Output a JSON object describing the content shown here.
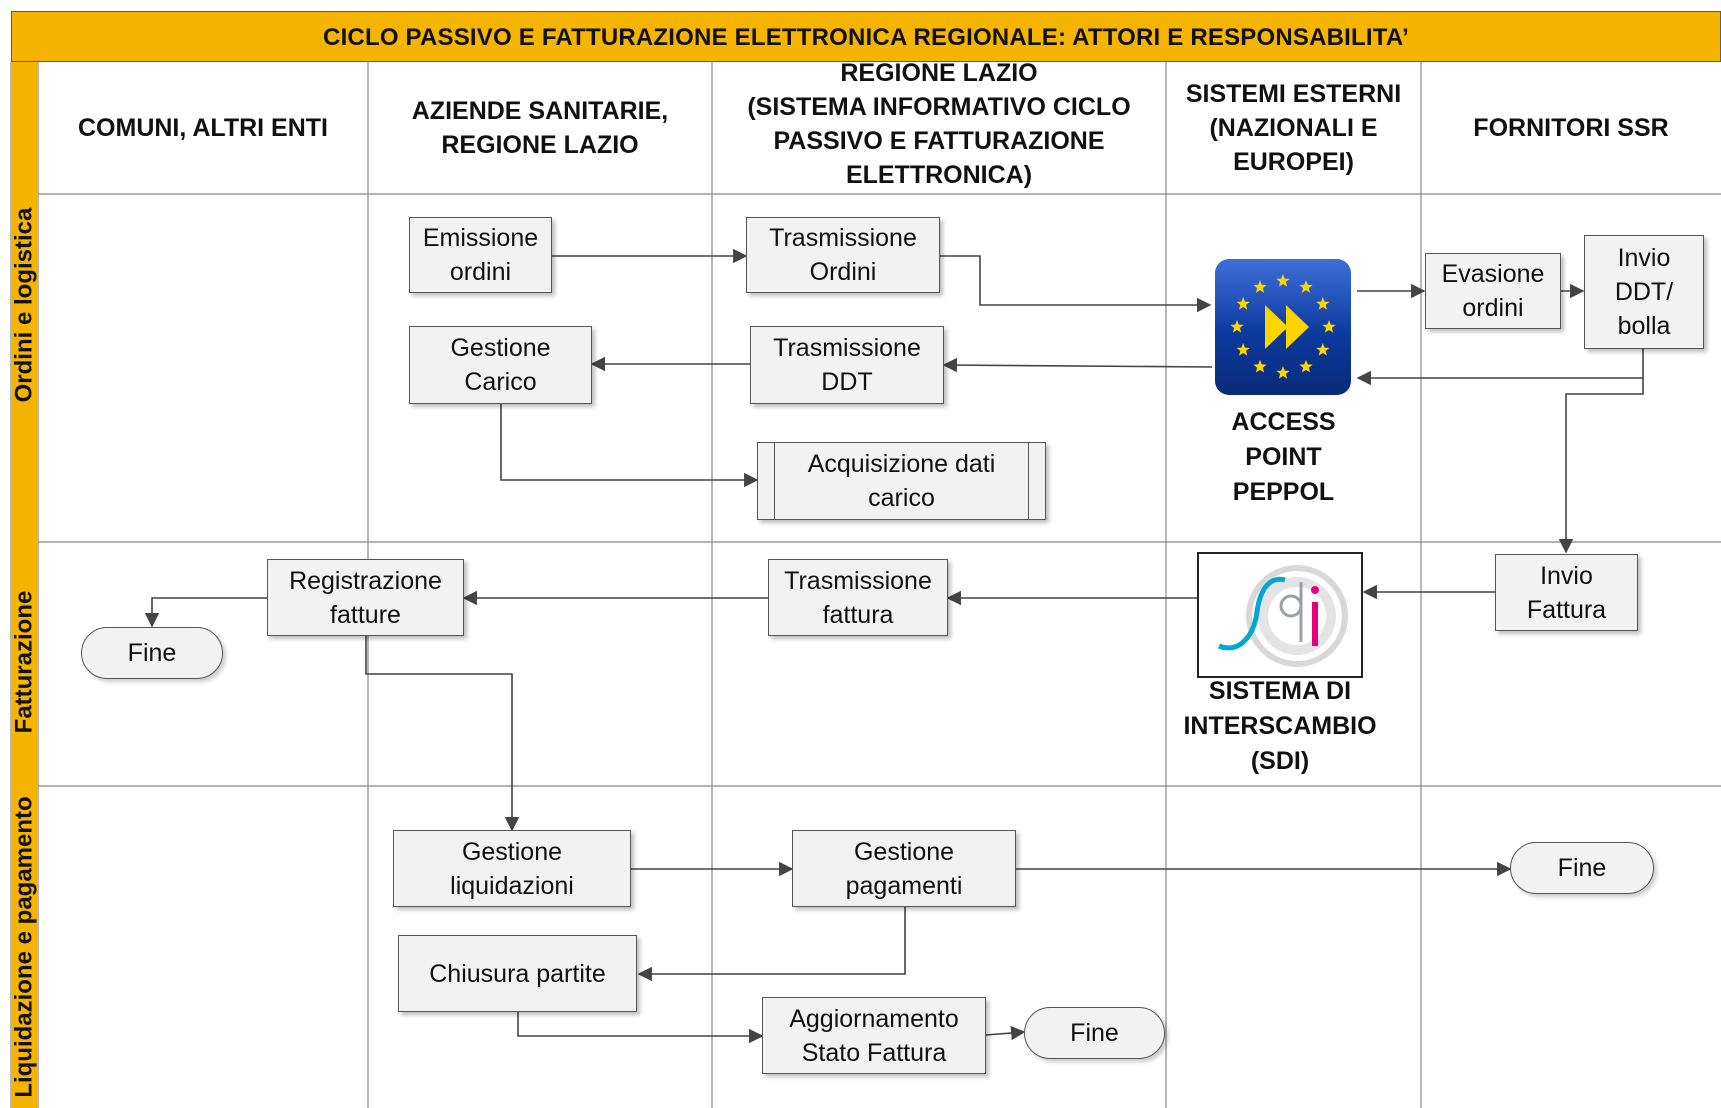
{
  "title": "CICLO PASSIVO E FATTURAZIONE ELETTRONICA REGIONALE: ATTORI E RESPONSABILITA’",
  "columns": [
    {
      "label": "COMUNI, ALTRI ENTI"
    },
    {
      "label": "AZIENDE SANITARIE,\nREGIONE LAZIO"
    },
    {
      "label": "REGIONE LAZIO\n(SISTEMA INFORMATIVO CICLO\nPASSIVO E FATTURAZIONE\nELETTRONICA)"
    },
    {
      "label": "SISTEMI ESTERNI\n(NAZIONALI E\nEUROPEI)"
    },
    {
      "label": "FORNITORI SSR"
    }
  ],
  "lanes": [
    {
      "label": "Ordini e logistica"
    },
    {
      "label": "Fatturazione"
    },
    {
      "label": "Liquidazione e pagamento"
    }
  ],
  "nodes": {
    "emissione_ordini": "Emissione\nordini",
    "trasmissione_ordini": "Trasmissione\nOrdini",
    "gestione_carico": "Gestione\nCarico",
    "trasmissione_ddt": "Trasmissione\nDDT",
    "acquisizione_dati_carico": "Acquisizione dati\ncarico",
    "evasione_ordini": "Evasione\nordini",
    "invio_ddt_bolla": "Invio\nDDT/\nbolla",
    "registrazione_fatture": "Registrazione\nfatture",
    "trasmissione_fattura": "Trasmissione\nfattura",
    "invio_fattura": "Invio\nFattura",
    "fine_fatturazione": "Fine",
    "gestione_liquidazioni": "Gestione\nliquidazioni",
    "gestione_pagamenti": "Gestione\npagamenti",
    "fine_pagamenti": "Fine",
    "chiusura_partite": "Chiusura partite",
    "aggiornamento_stato_fattura": "Aggiornamento\nStato Fattura",
    "fine_aggiornamento": "Fine"
  },
  "logos": {
    "peppol": {
      "caption": "ACCESS\nPOINT\nPEPPOL",
      "icon": "peppol-eu-stars-icon",
      "bg_color": "#0d3a9e",
      "star_color": "#ffd500"
    },
    "sdi": {
      "caption": "SISTEMA DI\nINTERSCAMBIO\n(SDI)",
      "icon": "sdi-logo-icon",
      "accent_color": "#e4007c",
      "swirl_color": "#00a6d6"
    }
  },
  "colors": {
    "title_bg": "#f5b400",
    "lane_bg": "#f5b400",
    "box_bg": "#f2f2f2",
    "line": "#444444"
  }
}
